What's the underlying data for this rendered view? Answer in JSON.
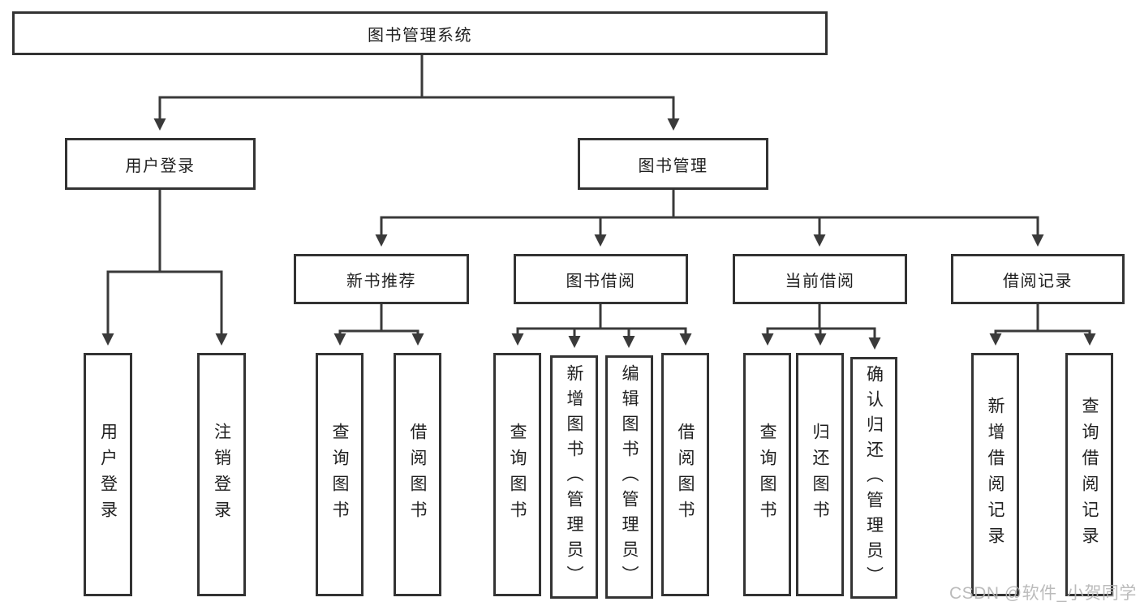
{
  "diagram": {
    "root": {
      "label": "图书管理系统"
    },
    "branches": [
      {
        "label": "用户登录",
        "children": [
          {
            "label": "用户登录"
          },
          {
            "label": "注销登录"
          }
        ]
      },
      {
        "label": "图书管理",
        "children": [
          {
            "label": "新书推荐",
            "children": [
              {
                "label": "查询图书"
              },
              {
                "label": "借阅图书"
              }
            ]
          },
          {
            "label": "图书借阅",
            "children": [
              {
                "label": "查询图书"
              },
              {
                "label": "新增图书（管理员）"
              },
              {
                "label": "编辑图书（管理员）"
              },
              {
                "label": "借阅图书"
              }
            ]
          },
          {
            "label": "当前借阅",
            "children": [
              {
                "label": "查询图书"
              },
              {
                "label": "归还图书"
              },
              {
                "label": "确认归还（管理员）"
              }
            ]
          },
          {
            "label": "借阅记录",
            "children": [
              {
                "label": "新增借阅记录"
              },
              {
                "label": "查询借阅记录"
              }
            ]
          }
        ]
      }
    ]
  },
  "watermark": {
    "text": "CSDN @软件_小贺同学"
  },
  "colors": {
    "line": "#3a3a3a",
    "border": "#333333",
    "text": "#1f1f1f",
    "background": "#ffffff",
    "watermark": "#b4b4b4"
  }
}
